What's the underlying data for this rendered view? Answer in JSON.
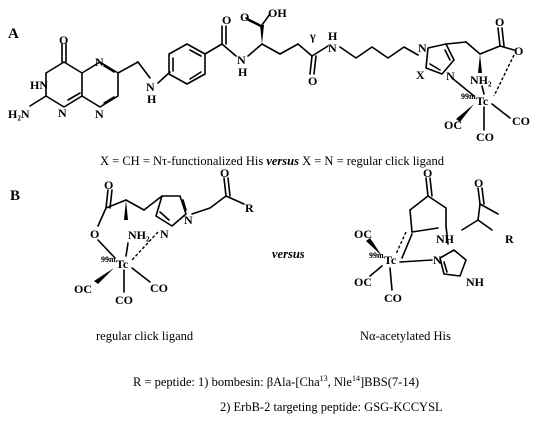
{
  "panels": {
    "a": "A",
    "b": "B"
  },
  "atoms": {
    "O": "O",
    "OH": "OH",
    "N": "N",
    "NH": "NH",
    "H": "H",
    "HN": "HN",
    "H2N": "H₂N",
    "NH2": "NH₂",
    "X": "X",
    "Tc": "Tc",
    "Tc_isotope": "99m",
    "OC": "OC",
    "CO": "CO",
    "R": "R",
    "gamma": "γ"
  },
  "caption_a": {
    "part1": "X = CH = Nτ-functionalized His ",
    "versus": "versus",
    "part2": " X = N = regular click ligand"
  },
  "versus_b": "versus",
  "label_left": "regular click ligand",
  "label_right": "Nα-acetylated His",
  "r_def": {
    "line1_prefix": "R = peptide: 1) bombesin: βAla-[Cha",
    "cha_sup": "13",
    "nle": ", Nle",
    "nle_sup": "14",
    "line1_suffix": "]BBS(7-14)",
    "line2": "2) ErbB-2 targeting peptide: GSG-KCCYSL"
  }
}
